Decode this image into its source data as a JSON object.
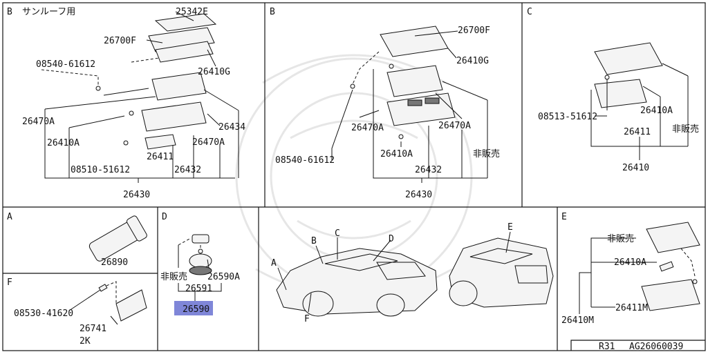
{
  "footer": {
    "ref": "R31",
    "code": "AG26060039"
  },
  "panels": {
    "b_sunroof": {
      "title": "B",
      "subtitle": "サンルーフ用",
      "labels": [
        "25342E",
        "26700F",
        "08540-61612",
        "26410G",
        "26470A",
        "26434",
        "26410A",
        "26470A",
        "26411",
        "08510-51612",
        "26432",
        "26430"
      ]
    },
    "b": {
      "title": "B",
      "labels": [
        "26700F",
        "26410G",
        "26470A",
        "26470A",
        "08540-61612",
        "26410A",
        "非販売",
        "26432",
        "26430"
      ]
    },
    "c": {
      "title": "C",
      "labels": [
        "08513-51612",
        "26410A",
        "26411",
        "非販売",
        "26410"
      ]
    },
    "a": {
      "title": "A",
      "labels": [
        "26890"
      ]
    },
    "f": {
      "title": "F",
      "labels": [
        "08530-41620",
        "26741",
        "2K"
      ]
    },
    "d": {
      "title": "D",
      "labels": [
        "非販売",
        "26590A",
        "26591",
        "26590"
      ]
    },
    "vehicle": {
      "labels": [
        "A",
        "B",
        "C",
        "D",
        "E",
        "F"
      ]
    },
    "e": {
      "title": "E",
      "labels": [
        "非販売",
        "26410A",
        "26411M",
        "26410M"
      ]
    }
  }
}
